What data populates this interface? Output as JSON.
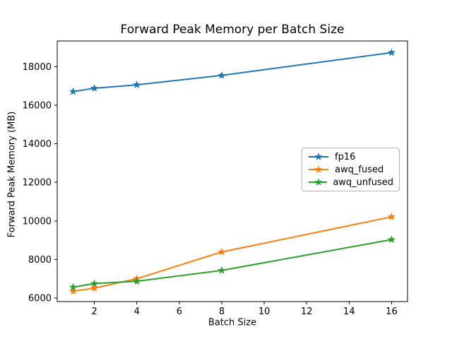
{
  "chart_data": {
    "type": "line",
    "title": "Forward Peak Memory per Batch Size",
    "xlabel": "Batch Size",
    "ylabel": "Forward Peak Memory (MB)",
    "x": [
      1,
      2,
      4,
      8,
      16
    ],
    "series": [
      {
        "name": "fp16",
        "color": "#1f77b4",
        "marker": "star",
        "values": [
          16710,
          16880,
          17060,
          17550,
          18730
        ]
      },
      {
        "name": "awq_fused",
        "color": "#ff7f0e",
        "marker": "star",
        "values": [
          6350,
          6510,
          7000,
          8390,
          10210
        ]
      },
      {
        "name": "awq_unfused",
        "color": "#2ca02c",
        "marker": "star",
        "values": [
          6560,
          6750,
          6870,
          7430,
          9030
        ]
      }
    ],
    "xlim": [
      0.25,
      16.75
    ],
    "ylim": [
      5815,
      19335
    ],
    "xticks": [
      2,
      4,
      6,
      8,
      10,
      12,
      14,
      16
    ],
    "yticks": [
      6000,
      8000,
      10000,
      12000,
      14000,
      16000,
      18000
    ],
    "grid": false,
    "legend_position": "center right",
    "axis_color": "#000000",
    "background": "#ffffff"
  }
}
